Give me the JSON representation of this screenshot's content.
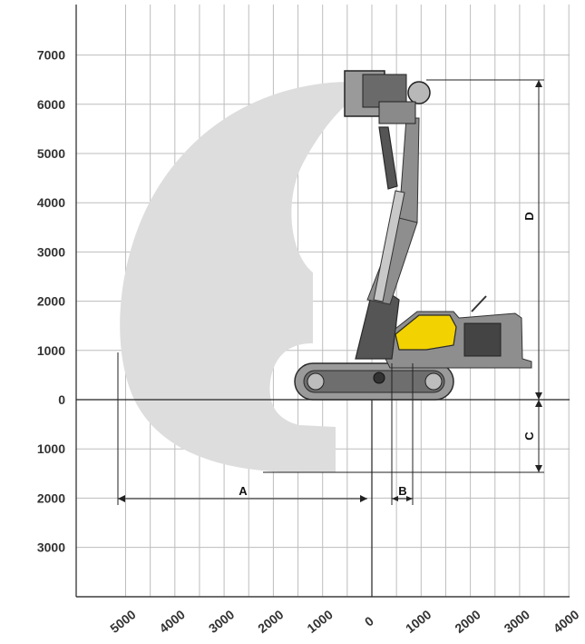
{
  "diagram": {
    "y_ticks": [
      {
        "label": "7000",
        "value": 7000
      },
      {
        "label": "6000",
        "value": 6000
      },
      {
        "label": "5000",
        "value": 5000
      },
      {
        "label": "4000",
        "value": 4000
      },
      {
        "label": "3000",
        "value": 3000
      },
      {
        "label": "2000",
        "value": 2000
      },
      {
        "label": "1000",
        "value": 1000
      },
      {
        "label": "0",
        "value": 0
      },
      {
        "label": "1000",
        "value": -1000
      },
      {
        "label": "2000",
        "value": -2000
      },
      {
        "label": "3000",
        "value": -3000
      }
    ],
    "x_ticks": [
      {
        "label": "5000",
        "value": -5000
      },
      {
        "label": "4000",
        "value": -4000
      },
      {
        "label": "3000",
        "value": -3000
      },
      {
        "label": "2000",
        "value": -2000
      },
      {
        "label": "1000",
        "value": -1000
      },
      {
        "label": "0",
        "value": 0
      },
      {
        "label": "1000",
        "value": 1000
      },
      {
        "label": "2000",
        "value": 2000
      },
      {
        "label": "3000",
        "value": 3000
      },
      {
        "label": "4000",
        "value": 4000
      }
    ],
    "dimensions": {
      "A": "A",
      "B": "B",
      "C": "C",
      "D": "D"
    },
    "colors": {
      "reach_area": "#dddddd",
      "accent": "#f2d200",
      "grid": "#bdbdbd"
    }
  }
}
